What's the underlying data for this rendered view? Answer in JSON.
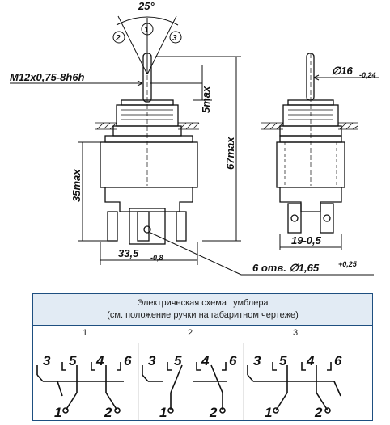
{
  "drawing": {
    "angle_label": "25°",
    "position_marks": [
      "2",
      "1",
      "3"
    ],
    "thread_label": "M12x0,75-8h6h",
    "thread_height_label": "5max",
    "diameter_label": "∅16",
    "diameter_tol": "-0,24",
    "total_height_label": "67max",
    "body_height_label": "35max",
    "width_label": "33,5",
    "width_tol": "-0,8",
    "side_width_label": "19-0,5",
    "holes_label": "6 отв. ∅1,65",
    "holes_tol": "+0,25"
  },
  "scheme": {
    "title_line1": "Электрическая схема тумблера",
    "title_line2": "(см. положение ручки на габаритном чертеже)",
    "positions": [
      "1",
      "2",
      "3"
    ],
    "upper_terminals": [
      "3",
      "5",
      "4",
      "6"
    ],
    "lower_terminals": [
      "1",
      "2"
    ]
  }
}
